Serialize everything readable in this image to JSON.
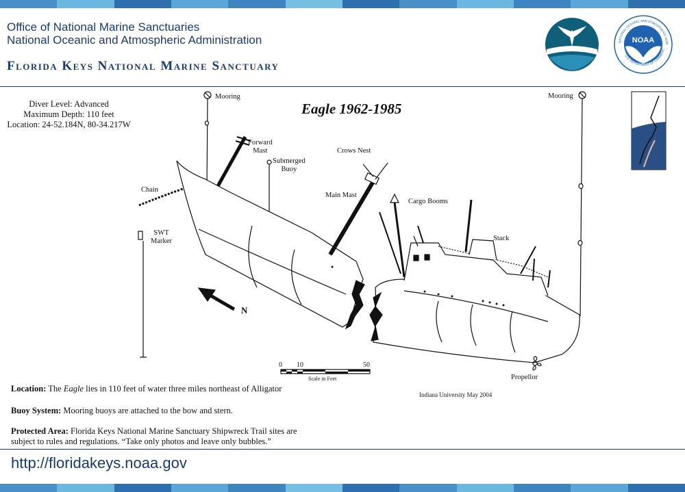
{
  "header": {
    "line1": "Office of National Marine Sanctuaries",
    "line2": "National Oceanic and Atmospheric Administration",
    "sanctuary": "Florida Keys National Marine Sanctuary",
    "noaa_logo_text": "NOAA",
    "noaa_ring_text": "NATIONAL OCEANIC AND ATMOSPHERIC ADMINISTRATION",
    "noaa_ring_bottom": "U.S. DEPARTMENT OF COMMERCE"
  },
  "dive": {
    "level": "Diver Level: Advanced",
    "depth": "Maximum Depth: 110 feet",
    "location": "Location: 24-52.184N, 80-34.217W"
  },
  "diagram": {
    "title": "Eagle 1962-1985",
    "labels": {
      "mooring_left": "Mooring",
      "mooring_right": "Mooring",
      "forward_mast_1": "Forward",
      "forward_mast_2": "Mast",
      "submerged_buoy_1": "Submerged",
      "submerged_buoy_2": "Buoy",
      "crows_nest": "Crows Nest",
      "chain": "Chain",
      "swt_marker_1": "SWT",
      "swt_marker_2": "Marker",
      "main_mast": "Main Mast",
      "cargo_booms": "Cargo Booms",
      "stack": "Stack",
      "propellor": "Propellor",
      "north": "N"
    },
    "scale": {
      "label": "Scale in Feet",
      "ticks": [
        "0",
        "10",
        "50"
      ]
    },
    "credit": "Indiana University May 2004"
  },
  "info": {
    "location_label": "Location:",
    "location_pre": " The ",
    "location_ship": "Eagle",
    "location_post": " lies in 110 feet of water three miles northeast of Alligator",
    "buoy_label": "Buoy System:",
    "buoy_text": " Mooring buoys are attached to the bow and stern.",
    "protected_label": "Protected Area:",
    "protected_text": " Florida Keys National Marine Sanctuary Shipwreck Trail sites are",
    "protected_text2": "subject to rules and regulations. “Take only photos and leave only bubbles.”"
  },
  "footer": {
    "url": "http://floridakeys.noaa.gov"
  },
  "colors": {
    "navy": "#1a3a6a",
    "stripe_a": "#4a90c8",
    "stripe_b": "#6ab7e0",
    "stripe_c": "#2e6fb0",
    "noaa_blue": "#1f63b0",
    "sanctuary_teal": "#0f5f7a"
  },
  "icons": [
    "sanctuary-whale-tail-logo",
    "noaa-seagull-logo",
    "north-arrow-icon",
    "mooring-float-icon"
  ]
}
